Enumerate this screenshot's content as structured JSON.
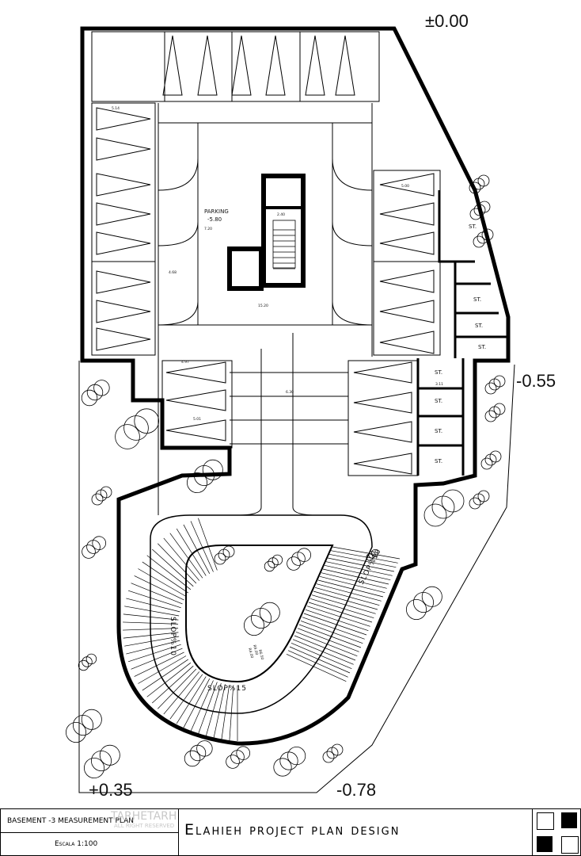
{
  "levels": {
    "top_right": "±0.00",
    "right": "-0.55",
    "bottom_left": "+0.35",
    "bottom_center": "-0.78"
  },
  "parking": {
    "label": "PARKING",
    "level": "-5.80"
  },
  "storage_label": "ST.",
  "dimensions": {
    "d1": "7.20",
    "d2": "4.68",
    "d3": "15.20",
    "d4": "6.30",
    "d5": "2.40",
    "d6": "5.00",
    "d7": "5.14",
    "d8": "4.97",
    "d9": "5.01",
    "d10": "3.11"
  },
  "ramp": {
    "slope_left": "SLOP%10",
    "slope_bottom": "SLOP%15",
    "slope_right": "SLOP%10",
    "r1": "R6.50",
    "r2": "R9.00",
    "r3": "R4.00"
  },
  "title_block": {
    "sheet_name": "BASEMENT -3 MEASUREMENT PLAN",
    "scale": "Escala 1:100",
    "project_title": "Elahieh project plan design"
  },
  "watermark": {
    "brand": "TARHETARH",
    "rights": "ALL RIGHT RESERVED"
  }
}
